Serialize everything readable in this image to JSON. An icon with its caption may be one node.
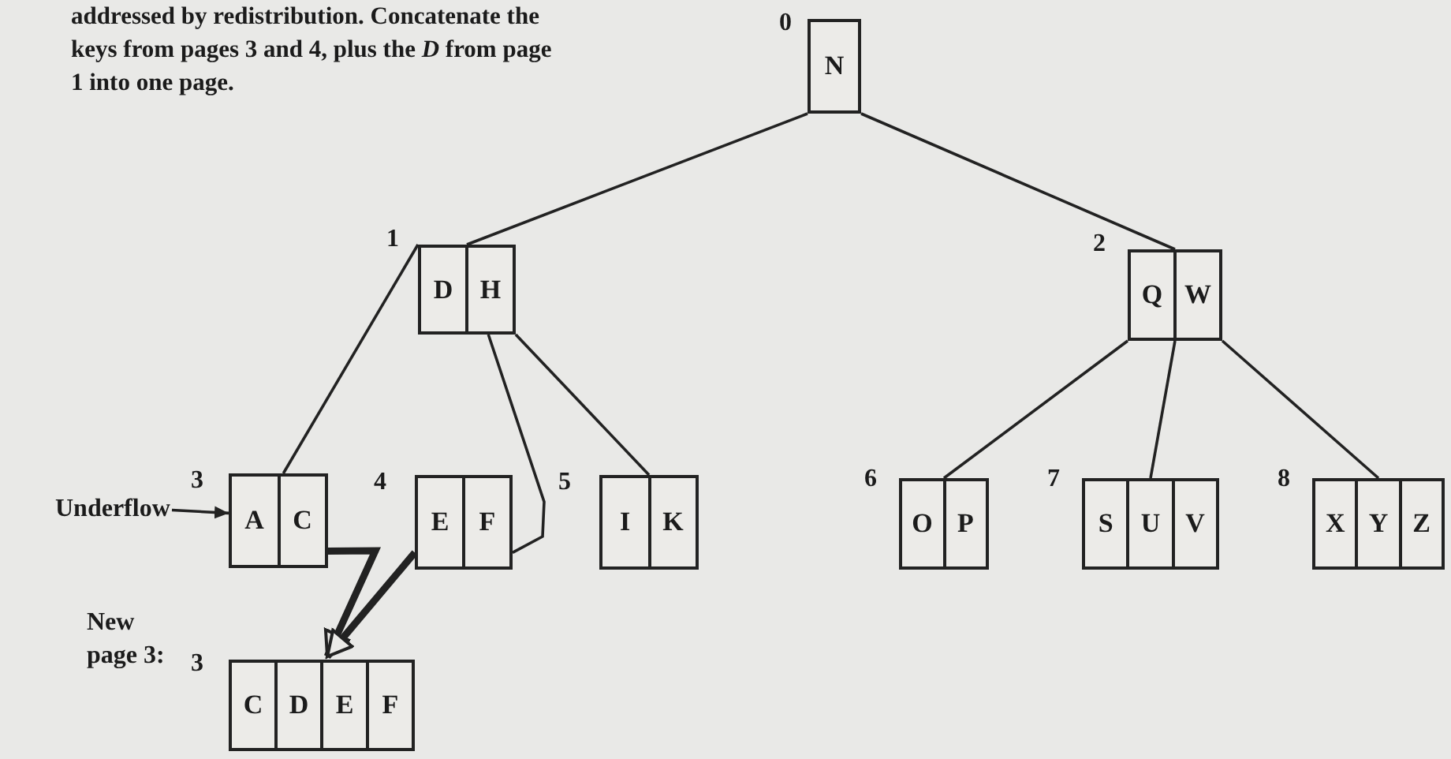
{
  "diagram": {
    "nodes": [
      {
        "text": [
          "N"
        ],
        "beside": [
          "0"
        ]
      },
      {
        "text": [
          "D",
          "H"
        ],
        "beside": [
          "1"
        ]
      },
      {
        "text": [
          "Q",
          "W"
        ],
        "beside": [
          "2"
        ]
      },
      {
        "text": [
          "A",
          "C"
        ],
        "beside": [
          "3"
        ]
      },
      {
        "text": [
          "E",
          "F"
        ],
        "beside": [
          "4"
        ]
      },
      {
        "text": [
          "I",
          "K"
        ],
        "beside": [
          "5"
        ]
      },
      {
        "text": [
          "O",
          "P"
        ],
        "beside": [
          "6"
        ]
      },
      {
        "text": [
          "S",
          "U",
          "V"
        ],
        "beside": [
          "7"
        ]
      },
      {
        "text": [
          "X",
          "Y",
          "Z"
        ],
        "beside": [
          "8"
        ]
      },
      {
        "text": [
          "Underflow"
        ]
      },
      {
        "text": [
          "C",
          "D",
          "E",
          "F"
        ],
        "beside": [
          "3"
        ]
      }
    ],
    "edges": [
      {
        "from": 0,
        "to": 1,
        "arrow": "none"
      },
      {
        "from": 0,
        "to": 2,
        "arrow": "none"
      },
      {
        "from": 1,
        "to": 3,
        "arrow": "none"
      },
      {
        "from": 1,
        "to": 4,
        "arrow": "none"
      },
      {
        "from": 1,
        "to": 5,
        "arrow": "none"
      },
      {
        "from": 2,
        "to": 6,
        "arrow": "none"
      },
      {
        "from": 2,
        "to": 7,
        "arrow": "none"
      },
      {
        "from": 2,
        "to": 8,
        "arrow": "none"
      },
      {
        "from": 9,
        "to": 3,
        "arrow": "to"
      },
      {
        "from": 3,
        "to": 10,
        "arrow": "to",
        "style": "thick"
      },
      {
        "from": 4,
        "to": 10,
        "arrow": "to",
        "style": "thick"
      }
    ],
    "labels": [
      "addressed by redistribution. Concatenate the keys from pages 3 and 4, plus the *D* from page 1 into one page.",
      "New page 3:"
    ]
  }
}
